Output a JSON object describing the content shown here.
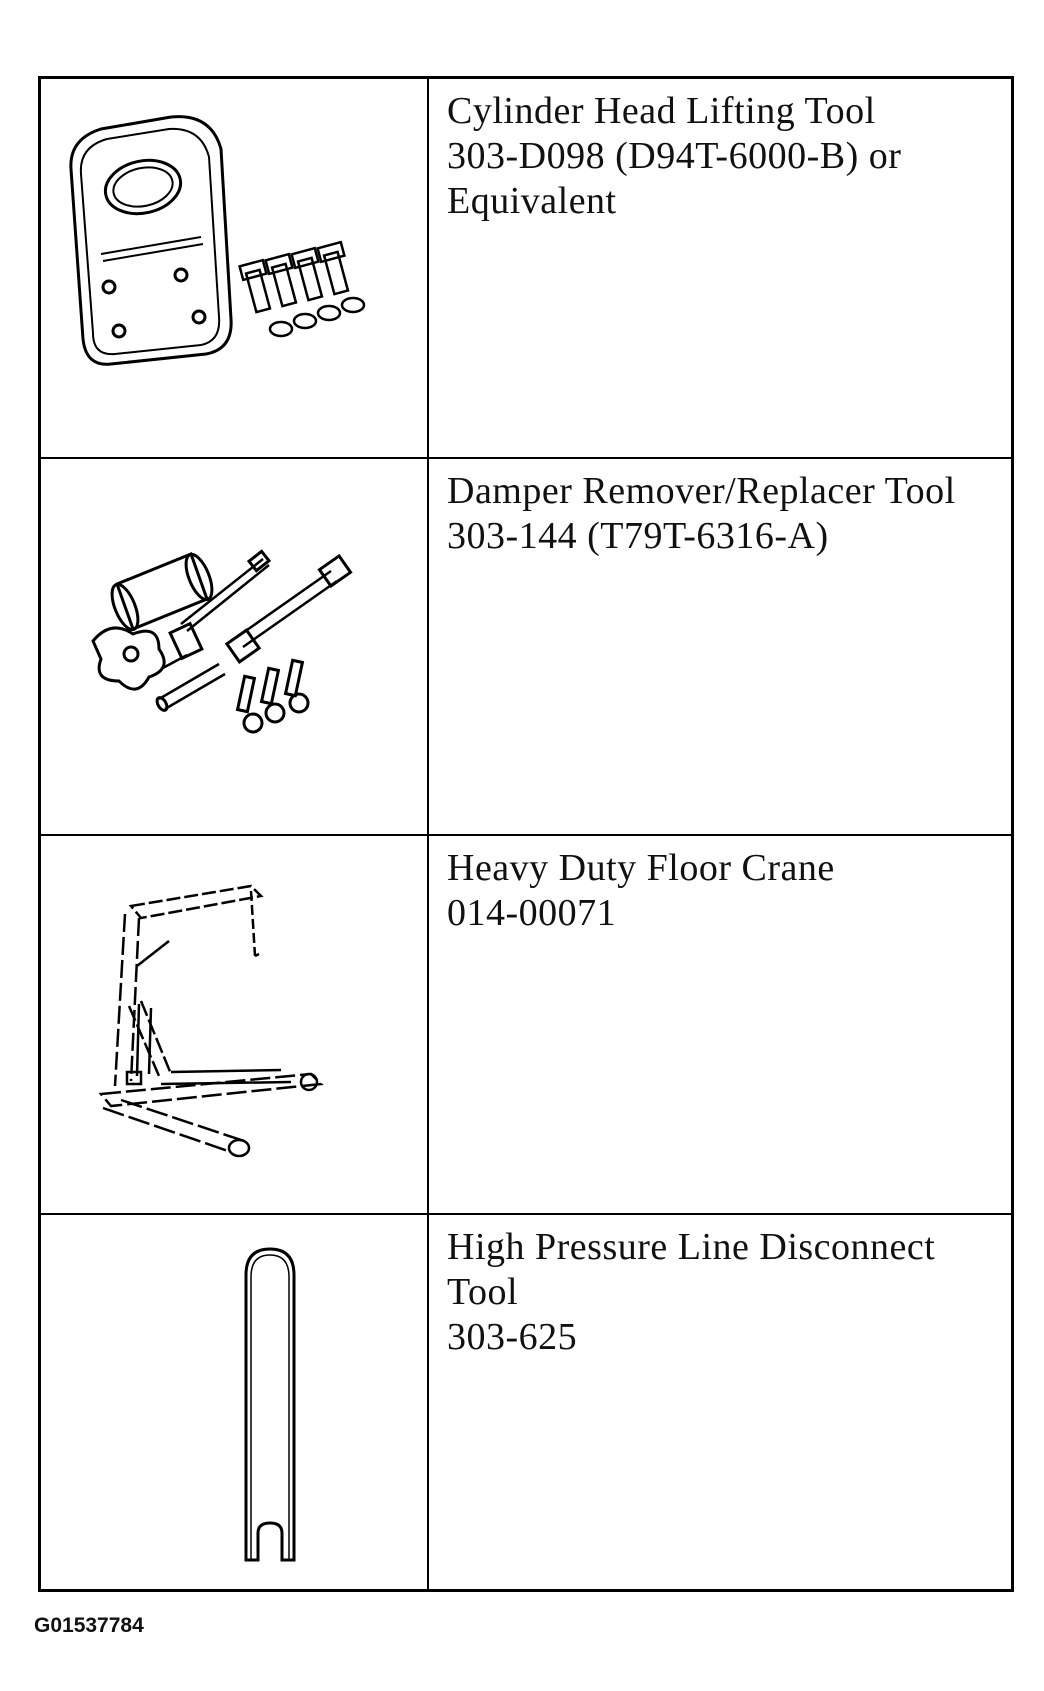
{
  "tools": [
    {
      "lines": [
        "Cylinder Head Lifting Tool",
        "303-D098 (D94T-6000-B) or",
        "Equivalent"
      ]
    },
    {
      "lines": [
        "Damper Remover/Replacer Tool",
        "303-144 (T79T-6316-A)"
      ]
    },
    {
      "lines": [
        "Heavy Duty Floor Crane",
        "014-00071"
      ]
    },
    {
      "lines": [
        "High Pressure Line Disconnect",
        "Tool",
        "303-625"
      ]
    }
  ],
  "figure_code": "G01537784"
}
